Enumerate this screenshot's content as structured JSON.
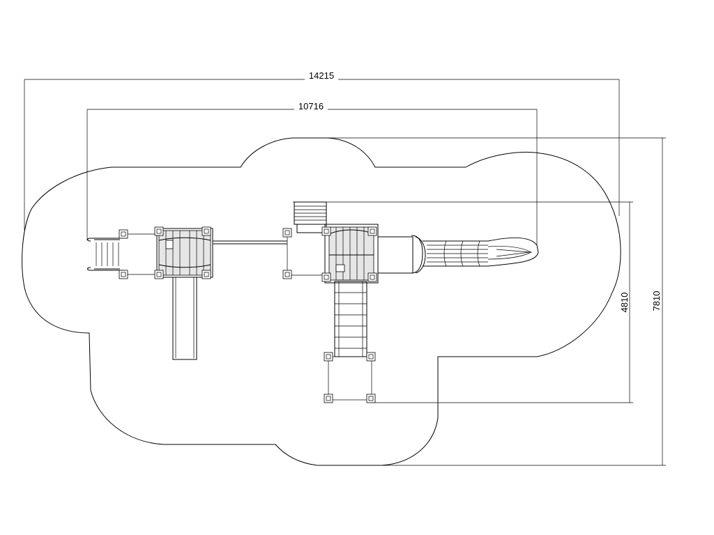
{
  "dimensions": {
    "overall_width": "14215",
    "equipment_width": "10716",
    "overall_depth": "7810",
    "equipment_depth": "4810"
  },
  "components": [
    "boundary-outline",
    "left-ladder",
    "left-deck",
    "left-straight-slide",
    "connecting-bridge",
    "center-tower",
    "roof-panel",
    "climbing-tube",
    "tube-slide",
    "lower-climber",
    "lower-platform"
  ],
  "colors": {
    "line": "#000000",
    "background": "#ffffff",
    "shade": "#e6e6e6"
  }
}
